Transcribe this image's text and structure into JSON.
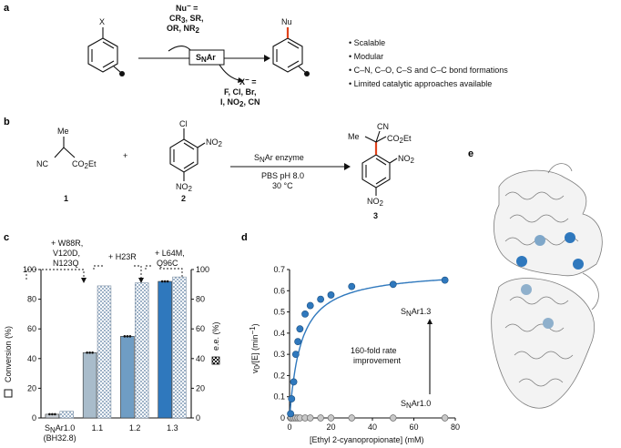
{
  "panels": {
    "a": {
      "label": "a",
      "x_label": "X",
      "nu_label": "Nu",
      "nu_top_line1": "Nu",
      "nu_top_sup": "−",
      "nu_top_line1_end": " =",
      "nu_top_line2": "CR",
      "nu_top_line2_sub": "3",
      "nu_top_line2_end": ", SR,",
      "nu_top_line3": "OR, NR",
      "nu_top_line3_sub": "2",
      "box_main": "S",
      "box_sub": "N",
      "box_end": "Ar",
      "x_minus_line1": "X",
      "x_minus_sup": "−",
      "x_minus_line1_end": " =",
      "x_minus_line2": "F, Cl, Br,",
      "x_minus_line3": "I, NO",
      "x_minus_line3_sub": "2",
      "x_minus_line3_end": ", CN",
      "bullets": [
        "• Scalable",
        "• Modular",
        "• C–N, C–O, C–S and C–C bond formations",
        "• Limited catalytic approaches available"
      ]
    },
    "b": {
      "label": "b",
      "me": "Me",
      "nc": "NC",
      "co2et": "CO",
      "co2et_sub": "2",
      "co2et_end": "Et",
      "plus": "+",
      "cl": "Cl",
      "no2": "NO",
      "no2_sub": "2",
      "enzyme_main": "S",
      "enzyme_sub": "N",
      "enzyme_end": "Ar enzyme",
      "conditions1": "PBS pH 8.0",
      "conditions2": "30 °C",
      "cn": "CN",
      "cmpd1": "1",
      "cmpd2": "2",
      "cmpd3": "3"
    },
    "c": {
      "label": "c",
      "left_axis": "Conversion (%)",
      "right_axis": "e.e. (%)",
      "mutations": [
        "+ W88R,",
        "V120D,",
        "N123Q",
        "+ H23R",
        "+ L64M,",
        "Q96C"
      ]
    },
    "d": {
      "label": "d",
      "xlabel": "[Ethyl 2-cyanopropionate] (mM)",
      "ylabel_main": "v",
      "ylabel_sub": "0",
      "ylabel_end": "/[E] (min",
      "ylabel_sup": "−1",
      "ylabel_close": ")",
      "annotation1": "160-fold rate",
      "annotation2": "improvement",
      "top_series": "S",
      "top_series_sub": "N",
      "top_series_end": "Ar1.3",
      "bottom_series": "S",
      "bottom_series_sub": "N",
      "bottom_series_end": "Ar1.0"
    },
    "e": {
      "label": "e"
    }
  },
  "chart_data": [
    {
      "type": "bar",
      "categories": [
        "SNAr1.0 (BH32.8)",
        "1.1",
        "1.2",
        "1.3"
      ],
      "category_main": [
        "S",
        "1.1",
        "1.2",
        "1.3"
      ],
      "category_sub": [
        "N",
        "",
        "",
        ""
      ],
      "category_end": [
        "Ar1.0",
        "",
        "",
        ""
      ],
      "category_second": "(BH32.8)",
      "series": [
        {
          "name": "Conversion (%)",
          "values": [
            2.5,
            44,
            55,
            92
          ]
        },
        {
          "name": "e.e. (%)",
          "values": [
            4.5,
            89,
            91,
            95
          ]
        }
      ],
      "ylim": [
        0,
        100
      ],
      "y_ticks": [
        0,
        20,
        40,
        60,
        80,
        100
      ],
      "colors": [
        "#c9cfd6",
        "#a9bccb",
        "#6f9dc4",
        "#2f78bd"
      ],
      "ee_color": "#cbd8e6"
    },
    {
      "type": "scatter",
      "xlabel": "[Ethyl 2-cyanopropionate] (mM)",
      "xlim": [
        0,
        80
      ],
      "ylim": [
        0,
        0.7
      ],
      "x_ticks": [
        0,
        20,
        40,
        60,
        80
      ],
      "y_ticks": [
        0,
        0.1,
        0.2,
        0.3,
        0.4,
        0.5,
        0.6,
        0.7
      ],
      "series": [
        {
          "x": [
            0.5,
            1,
            2,
            3,
            4,
            5,
            7.5,
            10,
            15,
            20,
            30,
            50,
            75
          ],
          "y": [
            0.02,
            0.09,
            0.17,
            0.3,
            0.36,
            0.42,
            0.49,
            0.53,
            0.56,
            0.58,
            0.62,
            0.63,
            0.65
          ]
        },
        {
          "x": [
            0.5,
            1,
            2,
            3,
            4,
            5,
            7.5,
            10,
            15,
            20,
            30,
            50,
            75
          ],
          "y": [
            0,
            0,
            0,
            0,
            0,
            0,
            0,
            0,
            0,
            0,
            0,
            0,
            0
          ]
        }
      ],
      "fit": {
        "vmax": 0.7,
        "km": 5.5
      },
      "colors": [
        "#2f78bd",
        "#c8c8c8"
      ]
    }
  ]
}
